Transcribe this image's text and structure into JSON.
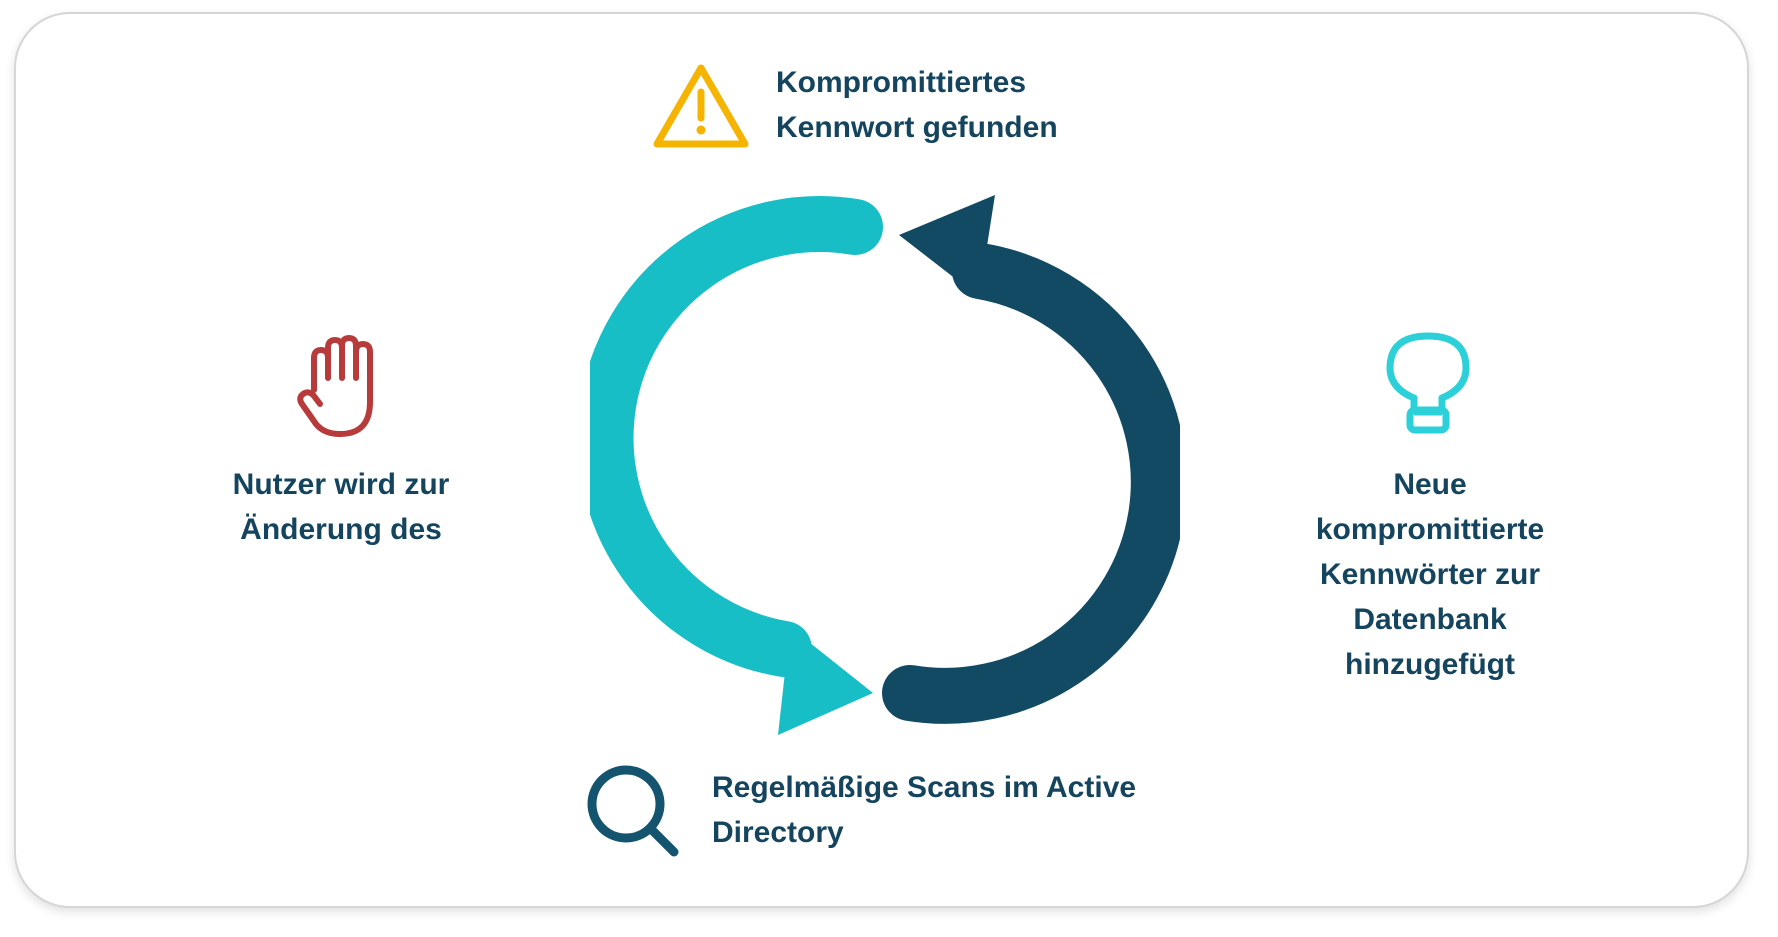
{
  "diagram": {
    "steps": {
      "top": {
        "icon": "warning-triangle-icon",
        "lines": [
          "Kompromittiertes",
          "Kennwort gefunden"
        ]
      },
      "right": {
        "icon": "lightbulb-icon",
        "lines": [
          "Neue",
          "kompromittierte",
          "Kennwörter zur",
          "Datenbank",
          "hinzugefügt"
        ]
      },
      "bottom": {
        "icon": "magnifier-icon",
        "lines": [
          "Regelmäßige Scans im Active",
          "Directory"
        ]
      },
      "left": {
        "icon": "stop-hand-icon",
        "lines": [
          "Nutzer wird zur",
          "Änderung des"
        ]
      }
    },
    "colors": {
      "text": "#14445e",
      "arrow_teal": "#17bec6",
      "arrow_navy": "#134a63",
      "warning": "#f5b400",
      "hand": "#b73b3b",
      "bulb": "#2bd0d8",
      "magnifier": "#14546e"
    }
  }
}
